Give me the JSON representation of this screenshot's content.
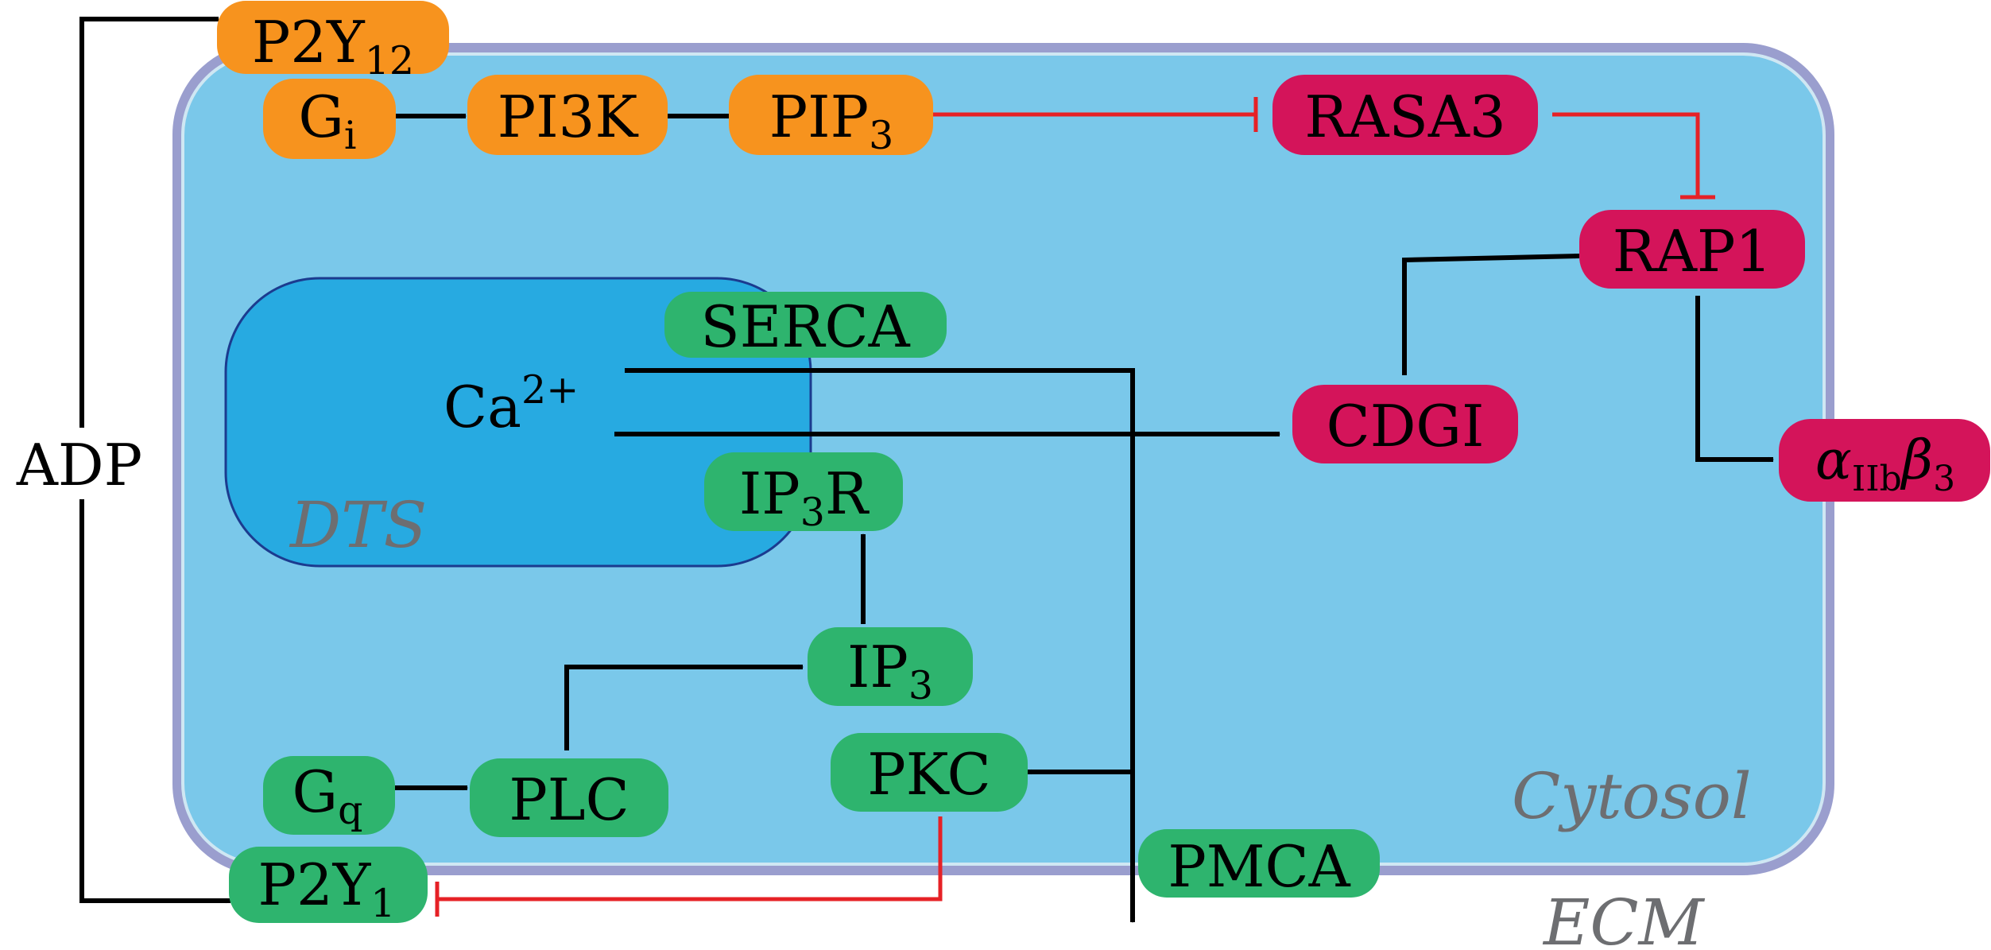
{
  "labels": {
    "adp": "ADP",
    "ca2": "Ca",
    "ca2_sup": "2+",
    "dts": "DTS",
    "cytosol": "Cytosol",
    "ecm": "ECM"
  },
  "nodes": {
    "p2y12": {
      "base": "P2Y",
      "sub": "12"
    },
    "gi": {
      "base": "G",
      "sub": "i"
    },
    "pi3k": {
      "base": "PI3K"
    },
    "pip3": {
      "base": "PIP",
      "sub": "3"
    },
    "rasa3": {
      "base": "RASA3"
    },
    "rap1": {
      "base": "RAP1"
    },
    "serca": {
      "base": "SERCA"
    },
    "cdgi": {
      "base": "CDGI"
    },
    "ip3r": {
      "base": "IP",
      "sub": "3",
      "tail": "R"
    },
    "aiib": {
      "alpha": "α",
      "sub1": "IIb",
      "beta": "β",
      "sub2": "3"
    },
    "ip3": {
      "base": "IP",
      "sub": "3"
    },
    "gq": {
      "base": "G",
      "sub": "q"
    },
    "plc": {
      "base": "PLC"
    },
    "pkc": {
      "base": "PKC"
    },
    "p2y1": {
      "base": "P2Y",
      "sub": "1"
    },
    "pmca": {
      "base": "PMCA"
    }
  },
  "colors": {
    "orange": "#F7931E",
    "crimson": "#D4145A",
    "green": "#2EB46E",
    "cytosol_fill": "#7AC8EA",
    "membrane": "#9A9ECE",
    "dts_fill": "#27AAE1",
    "dts_stroke": "#1B3B8F",
    "activate": "#000000",
    "inhibit": "#E62126",
    "italic_label": "#6D6E71"
  }
}
